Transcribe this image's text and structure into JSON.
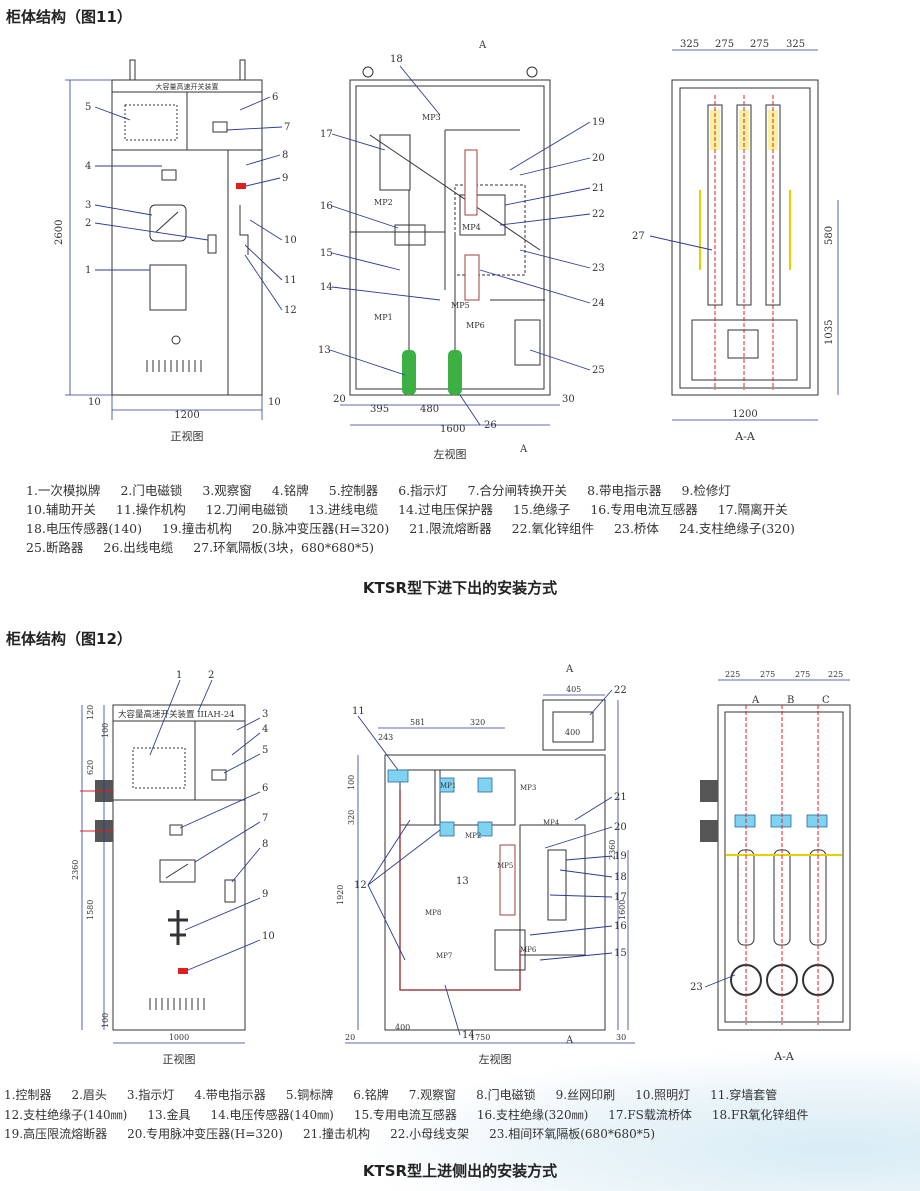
{
  "fig11": {
    "title": "柜体结构（图11）",
    "front": {
      "caption": "正视图",
      "nameplate": "大容量高速开关装置",
      "labels": [
        "1",
        "2",
        "3",
        "4",
        "5",
        "6",
        "7",
        "8",
        "9",
        "10",
        "11",
        "12"
      ],
      "dims": {
        "height": "2600",
        "width": "1200",
        "left": "10",
        "right": "10"
      }
    },
    "side": {
      "caption": "左视图",
      "section_mark": "A",
      "labels": [
        "13",
        "14",
        "15",
        "16",
        "17",
        "18",
        "19",
        "20",
        "21",
        "22",
        "23",
        "24",
        "25",
        "26"
      ],
      "mp": [
        "MP1",
        "MP2",
        "MP3",
        "MP4",
        "MP5",
        "MP6"
      ],
      "dims": {
        "d20": "20",
        "d395": "395",
        "d480": "480",
        "d1600": "1600",
        "d30": "30"
      }
    },
    "section": {
      "caption": "A-A",
      "label": "27",
      "dims": {
        "top": [
          "325",
          "275",
          "275",
          "325"
        ],
        "h580": "580",
        "h1035": "1035",
        "w1200": "1200"
      }
    },
    "legend": [
      [
        "1.一次模拟牌",
        "2.门电磁锁",
        "3.观察窗",
        "4.铭牌",
        "5.控制器",
        "6.指示灯",
        "7.合分闸转换开关",
        "8.带电指示器",
        "9.检修灯"
      ],
      [
        "10.辅助开关",
        "11.操作机构",
        "12.刀闸电磁锁",
        "13.进线电缆",
        "14.过电压保护器",
        "15.绝缘子",
        "16.专用电流互感器",
        "17.隔离开关"
      ],
      [
        "18.电压传感器(140)",
        "19.撞击机构",
        "20.脉冲变压器(H=320)",
        "21.限流熔断器",
        "22.氧化锌组件",
        "23.桥体",
        "24.支柱绝缘子(320)"
      ],
      [
        "25.断路器",
        "26.出线电缆",
        "27.环氧隔板(3块，680*680*5)"
      ]
    ],
    "caption": "KTSR型下进下出的安装方式"
  },
  "fig12": {
    "title": "柜体结构（图12）",
    "front": {
      "caption": "正视图",
      "nameplate": "大容量高速开关装置 IIIAH-24",
      "labels": [
        "1",
        "2",
        "3",
        "4",
        "5",
        "6",
        "7",
        "8",
        "9",
        "10"
      ],
      "dims": {
        "d120": "120",
        "d100a": "100",
        "d620": "620",
        "d2360": "2360",
        "d1580": "1580",
        "d100b": "100",
        "d1000": "1000"
      }
    },
    "side": {
      "caption": "左视图",
      "section_mark": "A",
      "labels": [
        "11",
        "12",
        "13",
        "14",
        "15",
        "16",
        "17",
        "18",
        "19",
        "20",
        "21",
        "22"
      ],
      "mp": [
        "MP1",
        "MP2",
        "MP3",
        "MP4",
        "MP5",
        "MP6",
        "MP7",
        "MP8"
      ],
      "dims": {
        "d581": "581",
        "d320a": "320",
        "d243": "243",
        "d100": "100",
        "d320b": "320",
        "d1920": "1920",
        "d400": "400",
        "d1750": "1750",
        "d20": "20",
        "d30": "30",
        "d405": "405",
        "d400b": "400",
        "d2360": "2360",
        "d1600": "1600"
      }
    },
    "section": {
      "caption": "A-A",
      "label": "23",
      "phases": [
        "A",
        "B",
        "C"
      ],
      "dims": {
        "top": [
          "225",
          "275",
          "275",
          "225"
        ]
      }
    },
    "legend": [
      [
        "1.控制器",
        "2.眉头",
        "3.指示灯",
        "4.带电指示器",
        "5.铜标牌",
        "6.铭牌",
        "7.观察窗",
        "8.门电磁锁",
        "9.丝网印刷",
        "10.照明灯",
        "11.穿墙套管"
      ],
      [
        "12.支柱绝缘子(140㎜)",
        "13.金具",
        "14.电压传感器(140㎜)",
        "15.专用电流互感器",
        "16.支柱绝缘(320㎜)",
        "17.FS载流桥体",
        "18.FR氧化锌组件"
      ],
      [
        "19.高压限流熔断器",
        "20.专用脉冲变压器(H=320)",
        "21.撞击机构",
        "22.小母线支架",
        "23.相间环氧隔板(680*680*5)"
      ]
    ],
    "caption": "KTSR型上进侧出的安装方式"
  }
}
